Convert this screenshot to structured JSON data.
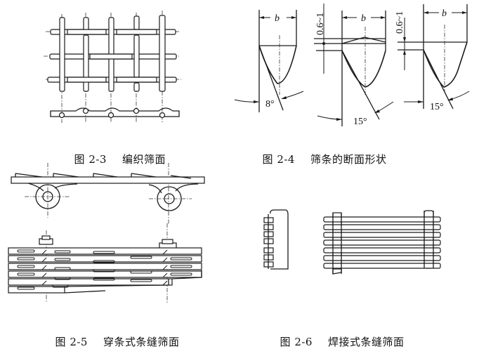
{
  "figures": [
    {
      "id": "2-3",
      "caption_number": "图 2-3",
      "caption_title": "编织筛面",
      "description": "woven screen surface: plan view and section"
    },
    {
      "id": "2-4",
      "caption_number": "图 2-4",
      "caption_title": "筛条的断面形状",
      "labels": {
        "width_symbol": "b",
        "dimension_range": "0.6~1",
        "angle_a": "8°",
        "angle_b": "15°",
        "angle_c": "15°"
      }
    },
    {
      "id": "2-5",
      "caption_number": "图 2-5",
      "caption_title": "穿条式条缝筛面"
    },
    {
      "id": "2-6",
      "caption_number": "图 2-6",
      "caption_title": "焊接式条缝筛面"
    }
  ]
}
